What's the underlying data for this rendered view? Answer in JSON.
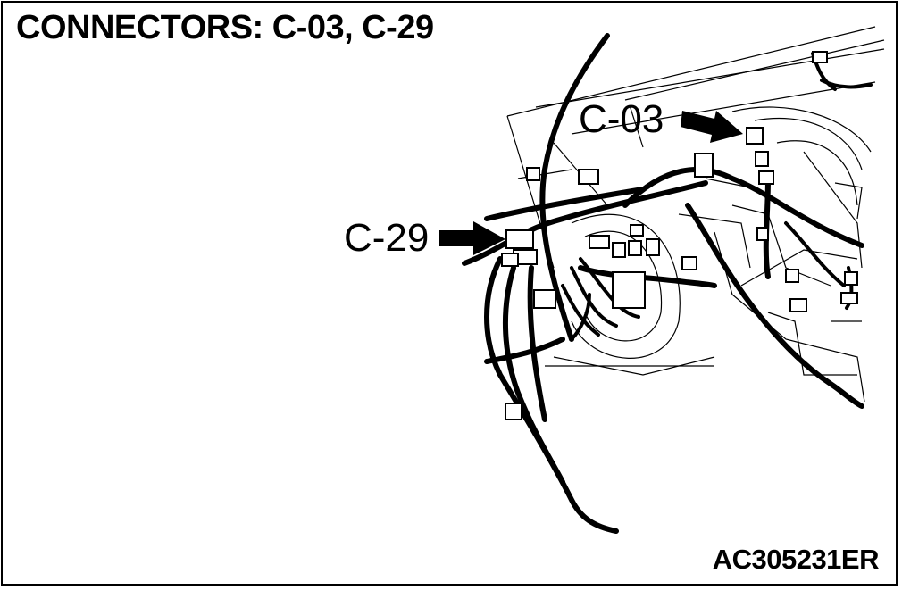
{
  "title": "CONNECTORS: C-03, C-29",
  "figure_id": "AC305231ER",
  "callouts": [
    {
      "label": "C-03"
    },
    {
      "label": "C-29"
    }
  ]
}
